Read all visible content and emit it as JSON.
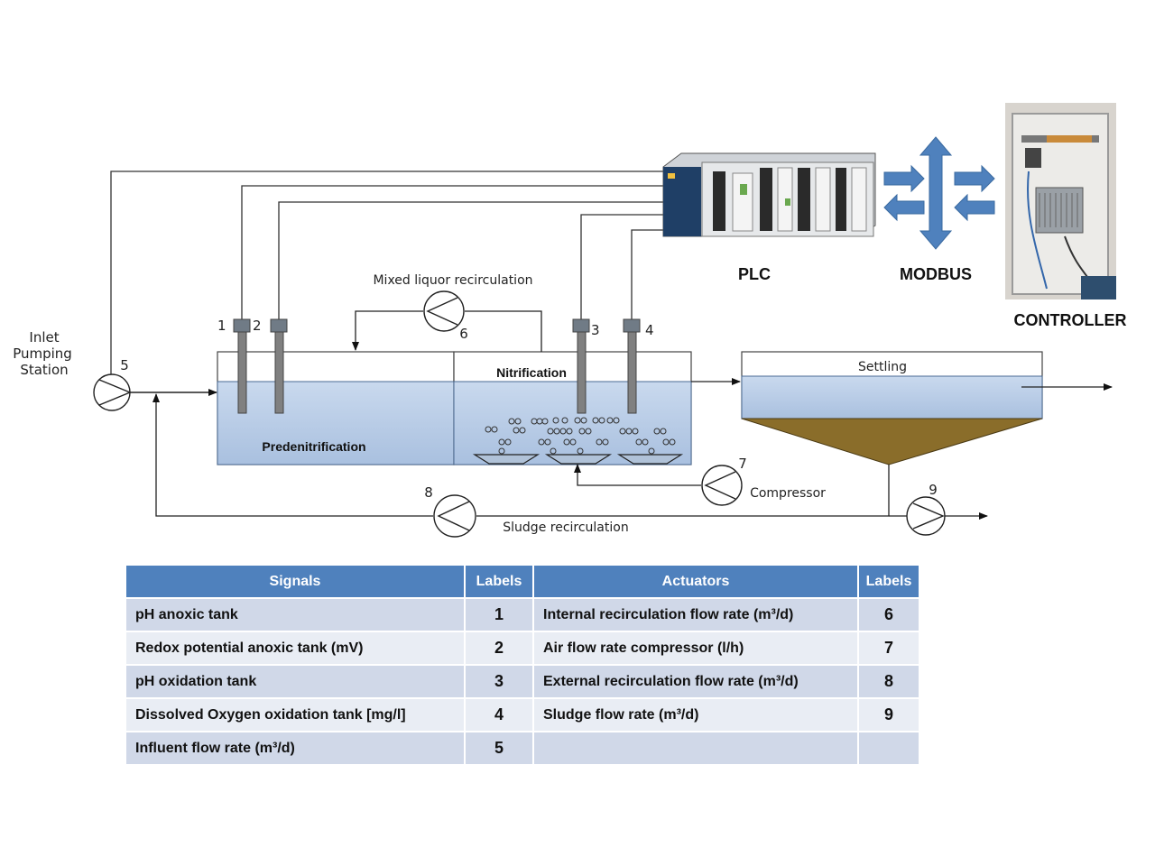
{
  "diagram": {
    "inlet_line1": "Inlet",
    "inlet_line2": "Pumping",
    "inlet_line3": "Station",
    "plc": "PLC",
    "modbus": "MODBUS",
    "controller": "CONTROLLER",
    "mixed_liquor": "Mixed liquor recirculation",
    "predenitrification": "Predenitrification",
    "nitrification": "Nitrification",
    "settling": "Settling",
    "compressor": "Compressor",
    "sludge_recirculation": "Sludge recirculation",
    "n1": "1",
    "n2": "2",
    "n3": "3",
    "n4": "4",
    "n5": "5",
    "n6": "6",
    "n7": "7",
    "n8": "8",
    "n9": "9"
  },
  "table": {
    "headers": [
      "Signals",
      "Labels",
      "Actuators",
      "Labels"
    ],
    "rows": [
      [
        "pH anoxic tank",
        "1",
        "Internal recirculation flow rate (m³/d)",
        "6"
      ],
      [
        "Redox potential anoxic tank (mV)",
        "2",
        "Air flow rate compressor (l/h)",
        "7"
      ],
      [
        "pH oxidation tank",
        "3",
        "External recirculation flow rate (m³/d)",
        "8"
      ],
      [
        "Dissolved Oxygen oxidation tank [mg/l]",
        "4",
        "Sludge flow rate (m³/d)",
        "9"
      ],
      [
        "Influent flow rate (m³/d)",
        "5",
        "",
        ""
      ]
    ]
  },
  "colors": {
    "water": "#b8cce4",
    "header": "#4f81bd",
    "row_dark": "#d0d8e8",
    "row_light": "#e9edf4",
    "sludge": "#8a6d2a",
    "arrow_blue": "#4f81bd"
  }
}
